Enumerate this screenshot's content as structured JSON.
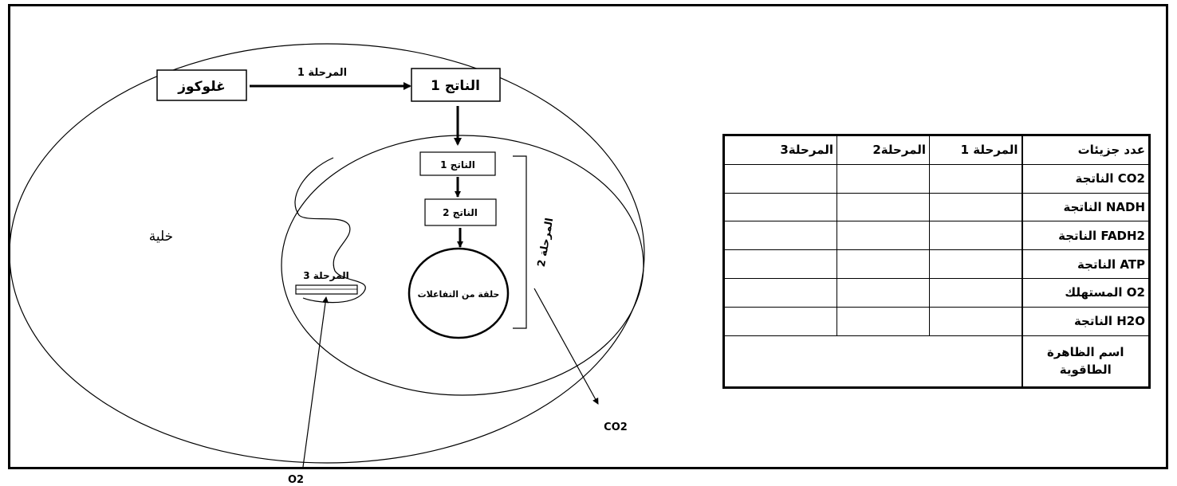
{
  "diagram": {
    "glucose_label": "غلوكوز",
    "product1_label": "الناتج 1",
    "stage1_label": "المرحلة 1",
    "inner_product1_label": "الناتج 1",
    "inner_product2_label": "الناتج 2",
    "cycle_label": "حلقة من التفاعلات",
    "stage2_label": "المرحلة 2",
    "stage3_label": "المرحلة 3",
    "cell_label": "خلية",
    "co2_label": "CO2",
    "o2_label": "O2"
  },
  "table": {
    "headers": [
      "عدد جزيئات",
      "المرحلة 1",
      "المرحلة2",
      "المرحلة3"
    ],
    "rows": [
      "CO2 الناتجة",
      "NADH الناتجة",
      "FADH2 الناتجة",
      "ATP الناتجة",
      "O2 المستهلك",
      "H2O الناتجة"
    ],
    "last_row": "اسم الظاهرة الطاقوية"
  }
}
